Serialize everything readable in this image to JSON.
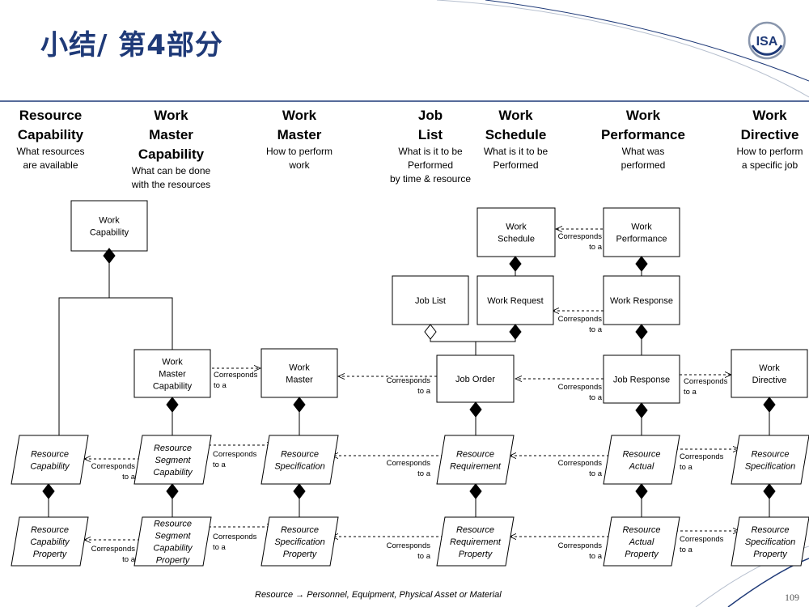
{
  "title": "小结/ 第4部分",
  "slide_number": "109",
  "logo_text": "ISA",
  "footnote": "Resource → Personnel, Equipment, Physical Asset or Material",
  "columns": [
    {
      "title": "Resource Capability",
      "title_lines": [
        "Resource",
        "Capability"
      ],
      "sub_lines": [
        "What resources",
        "are available"
      ]
    },
    {
      "title": "Work Master Capability",
      "title_lines": [
        "Work",
        "Master",
        "Capability"
      ],
      "sub_lines": [
        "What can be done",
        "with the resources"
      ]
    },
    {
      "title": "Work Master",
      "title_lines": [
        "Work",
        "Master"
      ],
      "sub_lines": [
        "How to perform",
        "work"
      ]
    },
    {
      "title": "Job List",
      "title_lines": [
        "Job",
        "List"
      ],
      "sub_lines": [
        "What is it to be",
        "Performed",
        "by time & resource"
      ]
    },
    {
      "title": "Work Schedule",
      "title_lines": [
        "Work",
        "Schedule"
      ],
      "sub_lines": [
        "What is it to be",
        "Performed"
      ]
    },
    {
      "title": "Work Performance",
      "title_lines": [
        "Work",
        "Performance"
      ],
      "sub_lines": [
        "What was",
        "performed"
      ]
    },
    {
      "title": "Work Directive",
      "title_lines": [
        "Work",
        "Directive"
      ],
      "sub_lines": [
        "How to perform",
        "a specific job"
      ]
    }
  ],
  "boxes": {
    "work_capability": [
      "Work",
      "Capability"
    ],
    "work_schedule": [
      "Work",
      "Schedule"
    ],
    "work_performance": [
      "Work",
      "Performance"
    ],
    "job_list": [
      "Job List"
    ],
    "work_request": [
      "Work Request"
    ],
    "work_response": [
      "Work Response"
    ],
    "work_master_capability": [
      "Work",
      "Master",
      "Capability"
    ],
    "work_master": [
      "Work",
      "Master"
    ],
    "job_order": [
      "Job Order"
    ],
    "job_response": [
      "Job Response"
    ],
    "work_directive": [
      "Work",
      "Directive"
    ]
  },
  "parallelograms": {
    "resource_capability": [
      "Resource",
      "Capability"
    ],
    "resource_segment_capability": [
      "Resource",
      "Segment",
      "Capability"
    ],
    "resource_specification": [
      "Resource",
      "Specification"
    ],
    "resource_requirement": [
      "Resource",
      "Requirement"
    ],
    "resource_actual": [
      "Resource",
      "Actual"
    ],
    "resource_specification_2": [
      "Resource",
      "Specification"
    ],
    "resource_capability_property": [
      "Resource",
      "Capability",
      "Property"
    ],
    "resource_segment_capability_property": [
      "Resource",
      "Segment",
      "Capability",
      "Property"
    ],
    "resource_specification_property": [
      "Resource",
      "Specification",
      "Property"
    ],
    "resource_requirement_property": [
      "Resource",
      "Requirement",
      "Property"
    ],
    "resource_actual_property": [
      "Resource",
      "Actual",
      "Property"
    ],
    "resource_specification_property_2": [
      "Resource",
      "Specification",
      "Property"
    ]
  },
  "corresponds_label": [
    "Corresponds",
    "to a"
  ]
}
